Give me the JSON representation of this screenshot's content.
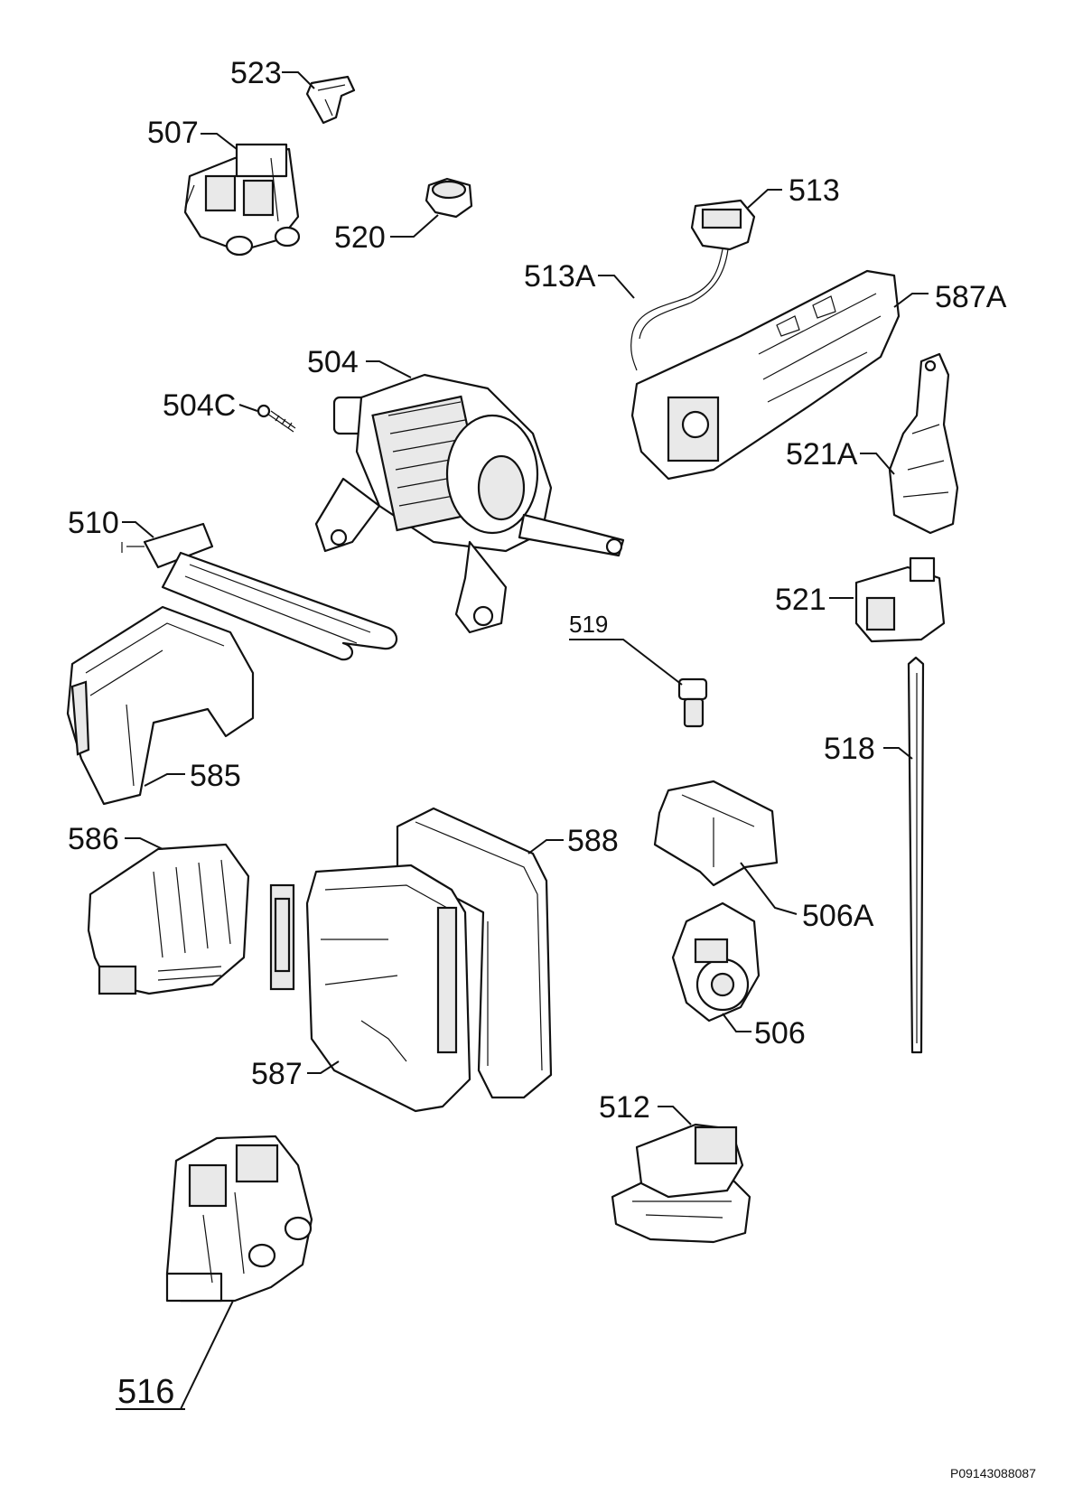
{
  "diagram": {
    "reference_code": "P09143088087",
    "labels": {
      "p523": "523",
      "p507": "507",
      "p520": "520",
      "p513": "513",
      "p513a": "513A",
      "p587a": "587A",
      "p504": "504",
      "p504c": "504C",
      "p521a": "521A",
      "p510": "510",
      "p521": "521",
      "p519": "519",
      "p518": "518",
      "p585": "585",
      "p586": "586",
      "p588": "588",
      "p506a": "506A",
      "p506": "506",
      "p587": "587",
      "p512": "512",
      "p516": "516"
    }
  }
}
